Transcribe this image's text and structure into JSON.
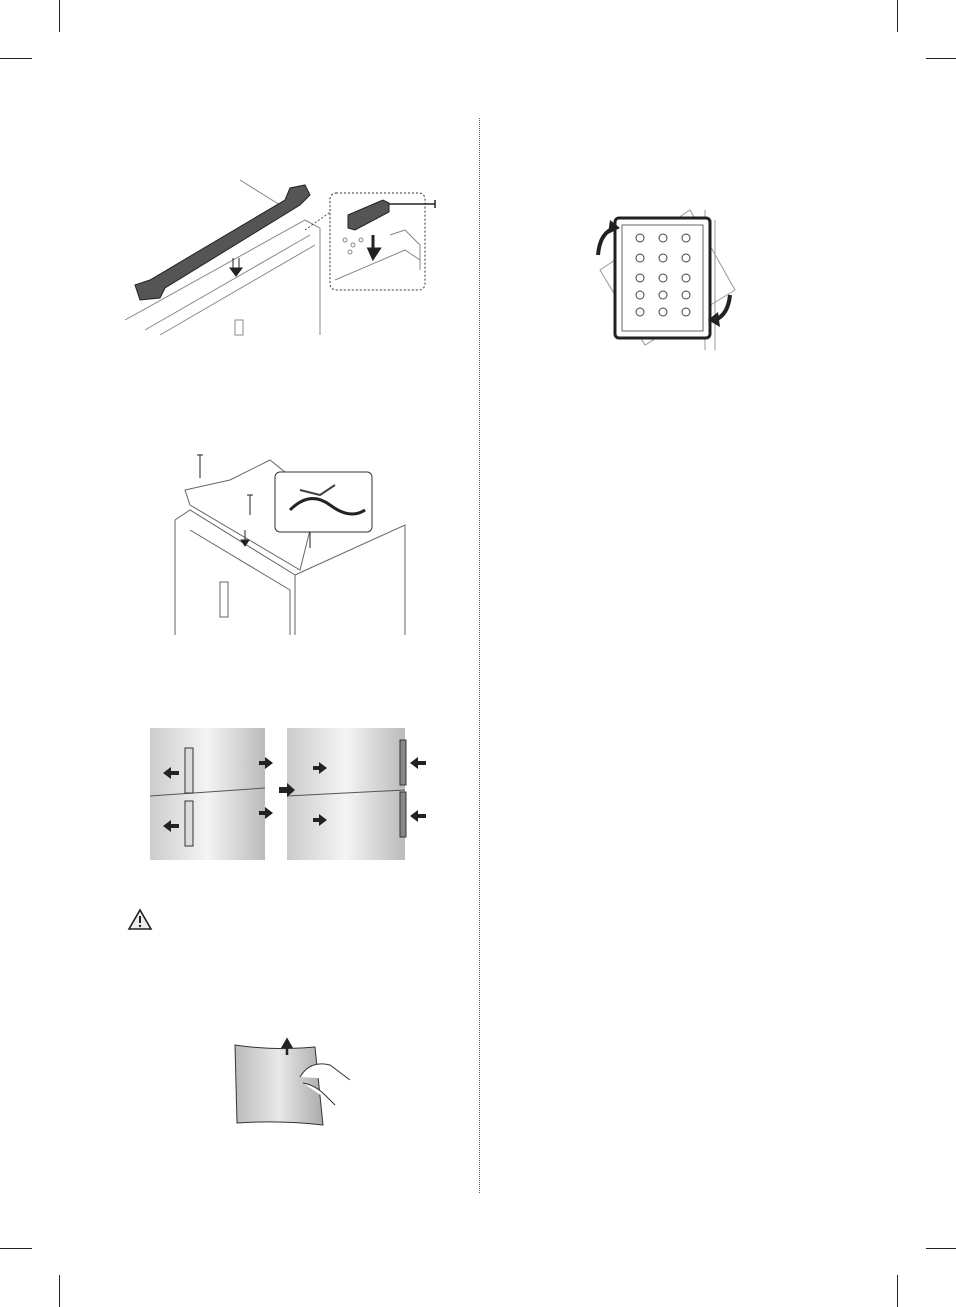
{
  "page": {
    "background": "#ffffff",
    "line_color": "#222222",
    "panel_gray": "#555555"
  },
  "left_column": {
    "figures": [
      {
        "icon": "top-cover-install-illustration"
      },
      {
        "icon": "hinge-bracket-screws-illustration"
      },
      {
        "icon": "door-handle-reversal-illustration"
      },
      {
        "icon": "caution-triangle-icon"
      },
      {
        "icon": "lift-door-bin-illustration"
      }
    ]
  },
  "right_column": {
    "figures": [
      {
        "icon": "door-gasket-rotate-illustration"
      }
    ]
  }
}
